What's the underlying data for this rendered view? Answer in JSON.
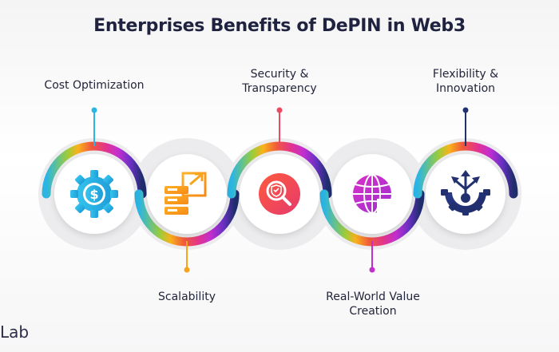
{
  "title": "Enterprises Benefits of DePIN in Web3",
  "brand": "Lab",
  "benefits": [
    {
      "label": "Cost Optimization",
      "icon": "dollar-gear-icon",
      "color": "#2ab1e0"
    },
    {
      "label": "Scalability",
      "icon": "server-arrow-icon",
      "color": "#f7a31c"
    },
    {
      "label": "Security & Transparency",
      "icon": "magnifier-shield-icon",
      "color": "#ec4a5e"
    },
    {
      "label": "Real-World Value Creation",
      "icon": "globe-grid-icon",
      "color": "#c52fc8"
    },
    {
      "label": "Flexibility & Innovation",
      "icon": "gear-arrows-icon",
      "color": "#27307a"
    }
  ],
  "colors": {
    "cyan": "#29b4e3",
    "orange": "#f7a41d",
    "red": "#ec4a5e",
    "magenta": "#c12fcc",
    "purple": "#6a2fc6",
    "navy": "#22306f"
  }
}
